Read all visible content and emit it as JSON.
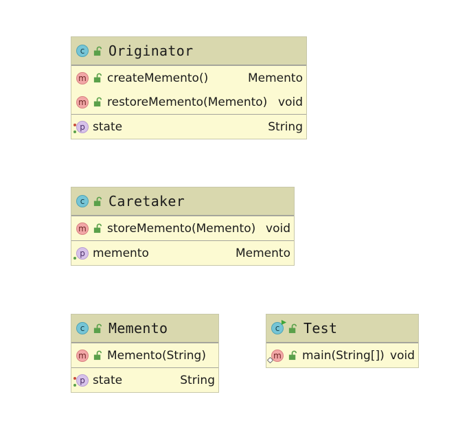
{
  "classes": [
    {
      "name": "Originator",
      "methods": [
        {
          "label": "createMemento()",
          "type": "Memento"
        },
        {
          "label": "restoreMemento(Memento)",
          "type": "void"
        }
      ],
      "fields": [
        {
          "label": "state",
          "type": "String"
        }
      ]
    },
    {
      "name": "Caretaker",
      "methods": [
        {
          "label": "storeMemento(Memento)",
          "type": "void"
        }
      ],
      "fields": [
        {
          "label": "memento",
          "type": "Memento"
        }
      ]
    },
    {
      "name": "Memento",
      "methods": [
        {
          "label": "Memento(String)",
          "type": ""
        }
      ],
      "fields": [
        {
          "label": "state",
          "type": "String"
        }
      ]
    },
    {
      "name": "Test",
      "methods": [
        {
          "label": "main(String[])",
          "type": "void"
        }
      ],
      "fields": []
    }
  ],
  "badge_letters": {
    "class": "c",
    "method": "m",
    "property": "p"
  },
  "colors": {
    "class_fill": "#fcfad2",
    "header_fill": "#d9d8ae",
    "divider": "#a5a59b",
    "lock_green": "#5aa04a"
  }
}
